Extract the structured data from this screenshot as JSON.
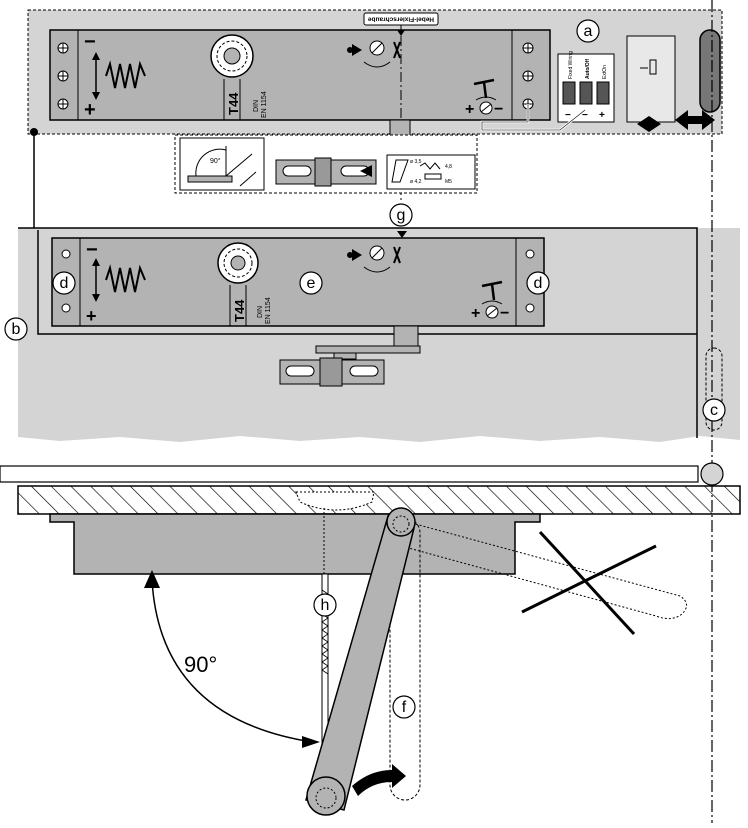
{
  "callouts": {
    "a": "a",
    "b": "b",
    "c": "c",
    "d": "d",
    "e": "e",
    "f": "f",
    "g": "g",
    "h": "h"
  },
  "model": "T44",
  "standard_top": "DIN",
  "standard_bottom": "EN 1154",
  "angle_label": "90°",
  "screw_label": "Hebel-Fixierschraube",
  "switch_labels": [
    "Fixed Wiring",
    "Auto/Off",
    "ExtOn"
  ],
  "sign_minus": "−",
  "sign_plus": "+",
  "inset_angle": "90°",
  "fixing_labels": [
    "ø 3,5",
    "4,8",
    "ø 4,2",
    "M5"
  ],
  "colors": {
    "panel": "#d4d4d4",
    "closer": "#b3b3b3",
    "line": "#000000",
    "hatch": "#000000",
    "white": "#ffffff"
  }
}
